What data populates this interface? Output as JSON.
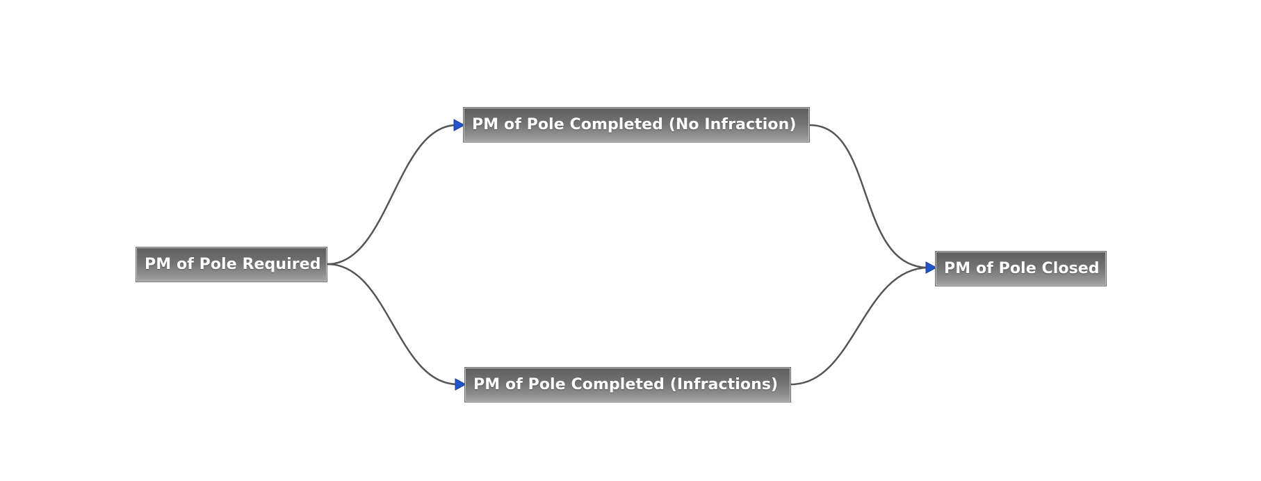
{
  "nodes": {
    "required": {
      "label": "PM of Pole Required"
    },
    "no_infraction": {
      "label": "PM of Pole Completed (No Infraction)"
    },
    "infractions": {
      "label": "PM of Pole Completed (Infractions)"
    },
    "closed": {
      "label": "PM of Pole Closed"
    }
  },
  "edges": [
    {
      "from": "required",
      "to": "no_infraction"
    },
    {
      "from": "required",
      "to": "infractions"
    },
    {
      "from": "no_infraction",
      "to": "closed"
    },
    {
      "from": "infractions",
      "to": "closed"
    }
  ],
  "colors": {
    "node_fill": "#7a7a7a",
    "node_text": "#ffffff",
    "edge": "#555555",
    "arrowhead": "#2255cc"
  }
}
